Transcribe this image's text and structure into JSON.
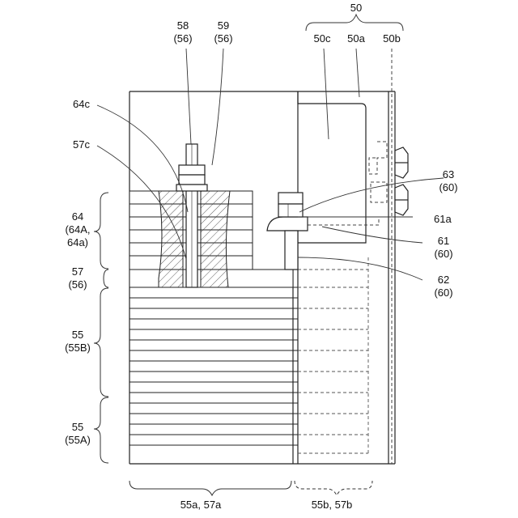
{
  "labels": {
    "l50": "50",
    "l50c": "50c",
    "l50a": "50a",
    "l50b": "50b",
    "l58": "58",
    "l58_sub": "(56)",
    "l59": "59",
    "l59_sub": "(56)",
    "l64c": "64c",
    "l57c": "57c",
    "l63": "63",
    "l63_sub": "(60)",
    "l61a": "61a",
    "l61": "61",
    "l61_sub": "(60)",
    "l62": "62",
    "l62_sub": "(60)",
    "l64": "64",
    "l64_sub1": "(64A,",
    "l64_sub2": "64a)",
    "l57": "57",
    "l57_sub": "(56)",
    "l55b": "55",
    "l55b_sub": "(55B)",
    "l55a": "55",
    "l55a_sub": "(55A)",
    "bottom_left": "55a, 57a",
    "bottom_right": "55b, 57b"
  }
}
